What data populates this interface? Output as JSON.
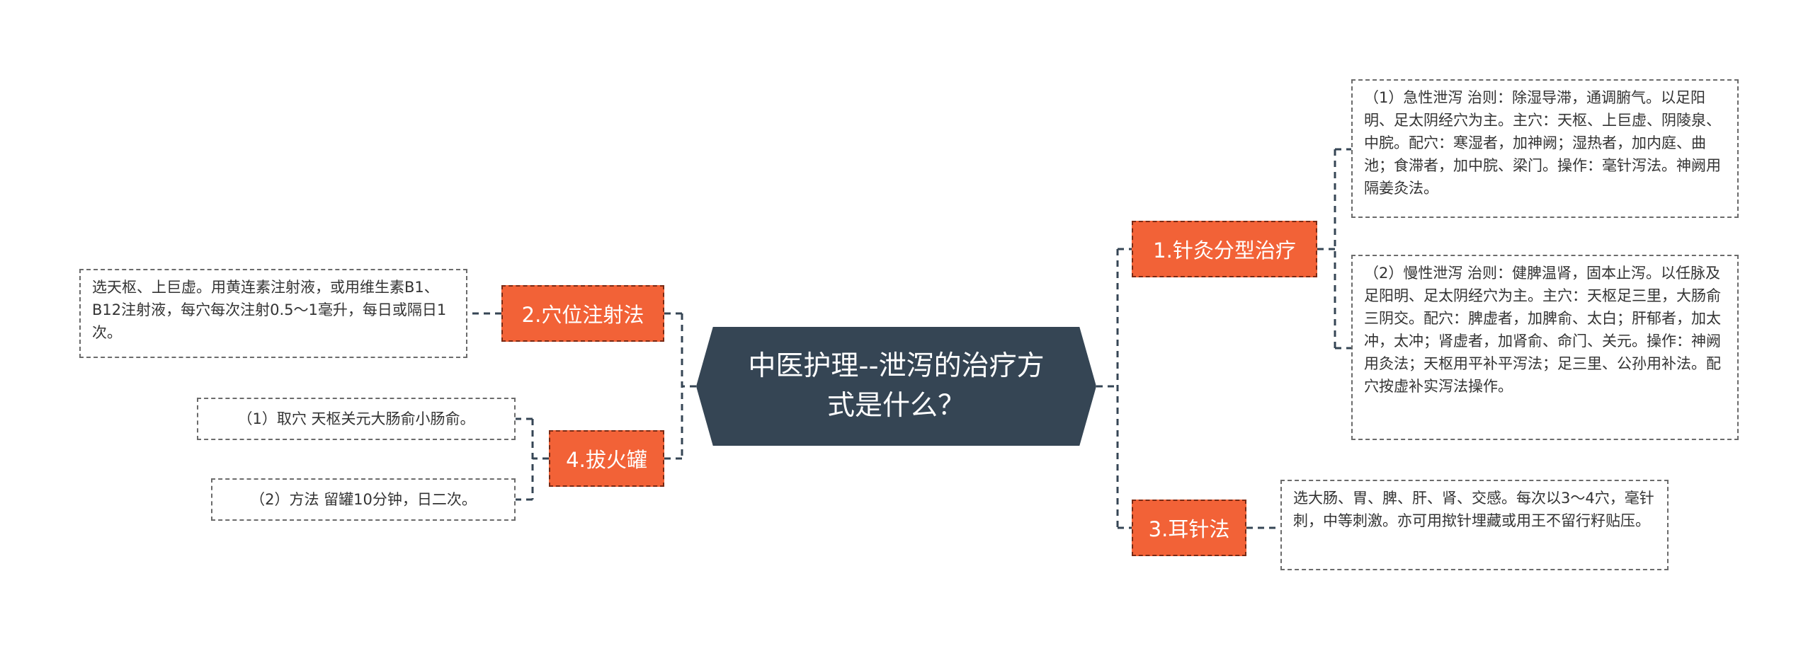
{
  "center": {
    "title": "中医护理--泄泻的治疗方式是什么？"
  },
  "branches": [
    {
      "label": "1.针灸分型治疗",
      "leaves": [
        "（1）急性泄泻  治则：除湿导滞，通调腑气。以足阳明、足太阴经穴为主。主穴：天枢、上巨虚、阴陵泉、中脘。配穴：寒湿者，加神阙；湿热者，加内庭、曲池；食滞者，加中脘、梁门。操作：毫针泻法。神阙用隔姜灸法。",
        "（2）慢性泄泻  治则：健脾温肾，固本止泻。以任脉及足阳明、足太阴经穴为主。主穴：天枢足三里，大肠俞三阴交。配穴：脾虚者，加脾俞、太白；肝郁者，加太冲，太冲；肾虚者，加肾俞、命门、关元。操作：神阙用灸法；天枢用平补平泻法；足三里、公孙用补法。配穴按虚补实泻法操作。"
      ]
    },
    {
      "label": "2.穴位注射法",
      "leaves": [
        "选天枢、上巨虚。用黄连素注射液，或用维生素B1、B12注射液，每穴每次注射0.5～1毫升，每日或隔日1次。"
      ]
    },
    {
      "label": "3.耳针法",
      "leaves": [
        "选大肠、胃、脾、肝、肾、交感。每次以3～4穴，毫针刺，中等刺激。亦可用揿针埋藏或用王不留行籽贴压。"
      ]
    },
    {
      "label": "4.拔火罐",
      "leaves": [
        "（1）取穴  天枢关元大肠俞小肠俞。",
        "（2）方法  留罐10分钟，日二次。"
      ]
    }
  ],
  "colors": {
    "center": "#354554",
    "branch": "#f26237",
    "line": "#354554"
  }
}
